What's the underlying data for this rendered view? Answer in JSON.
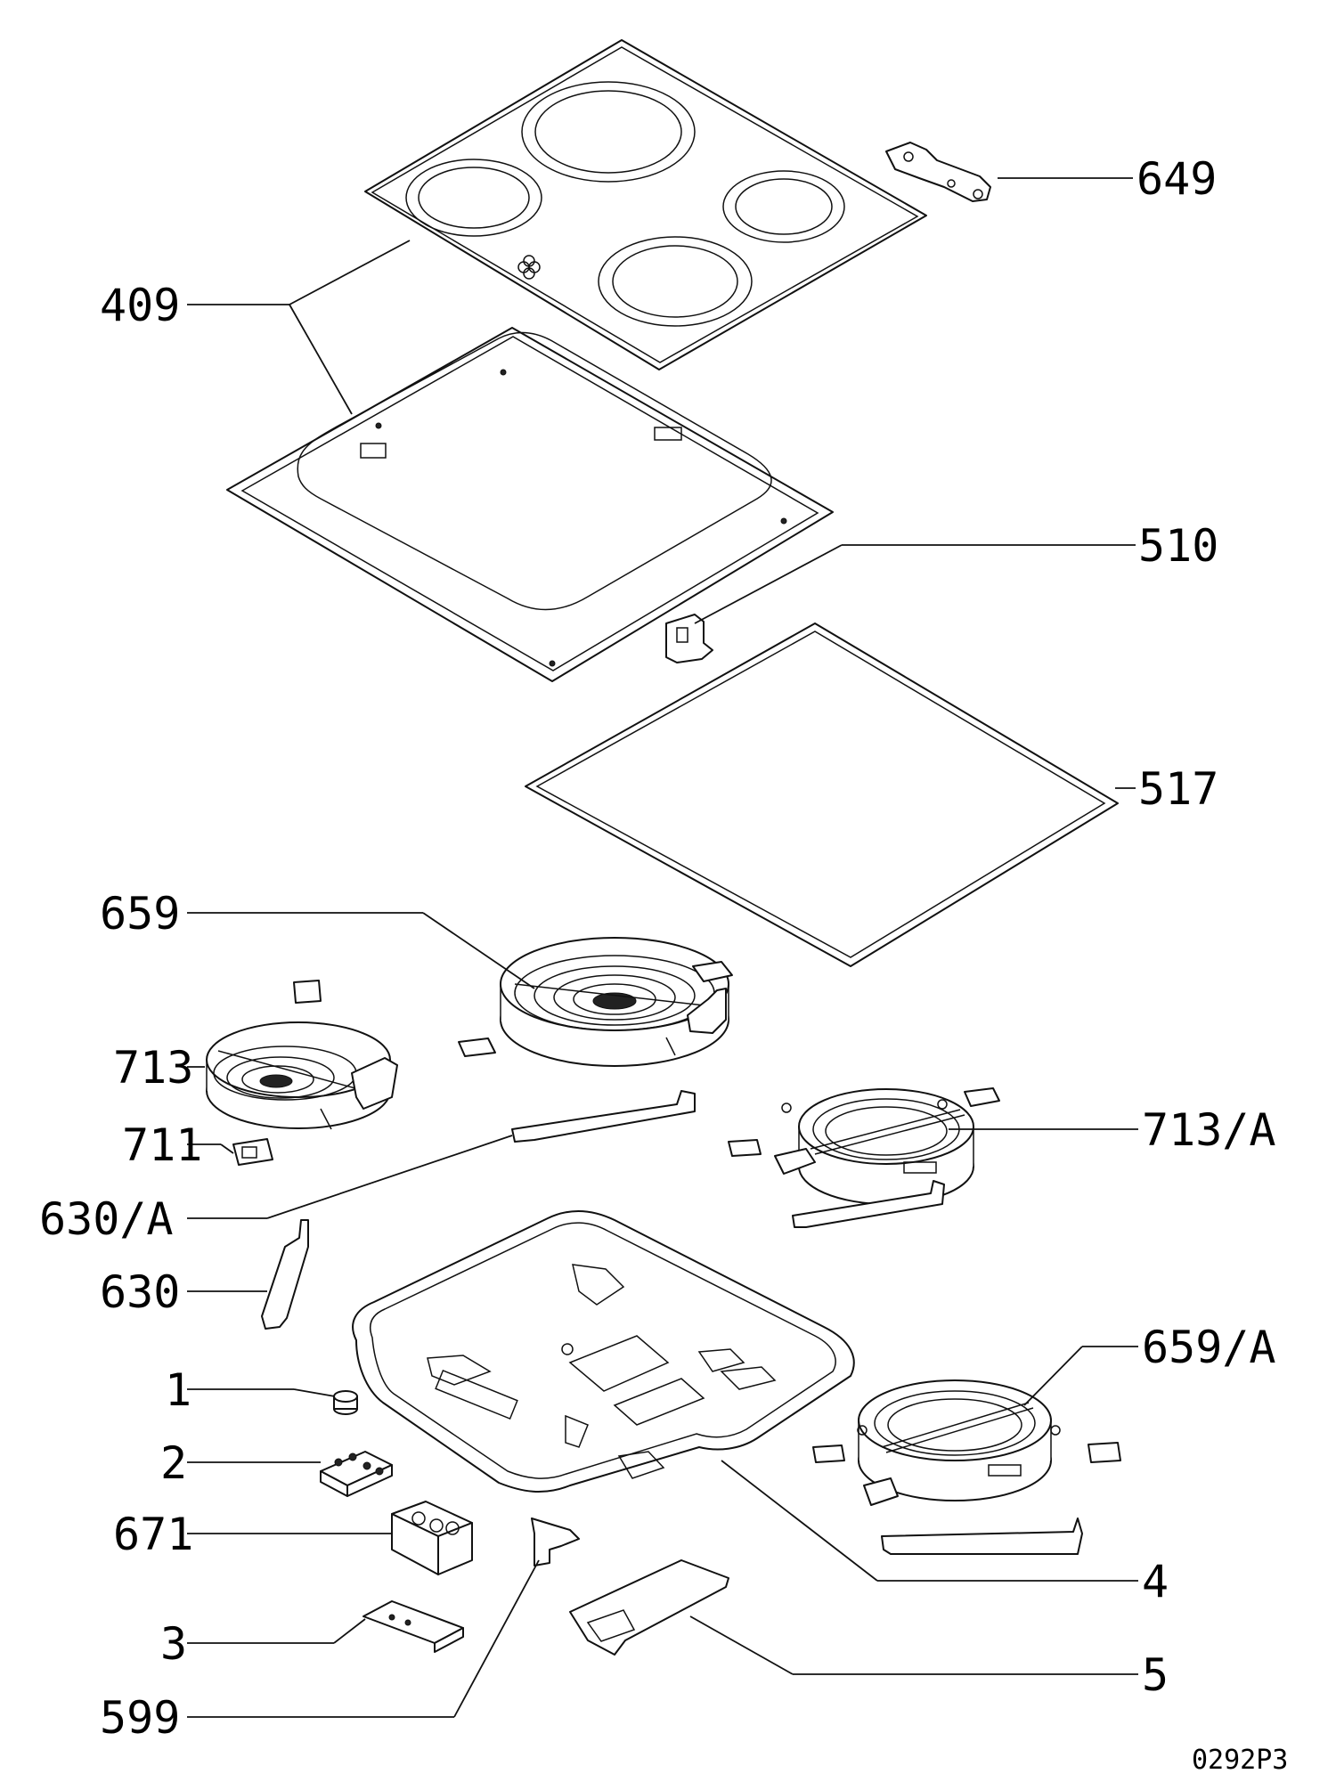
{
  "labels": {
    "p649": "649",
    "p409": "409",
    "p510": "510",
    "p517": "517",
    "p659": "659",
    "p713": "713",
    "p711": "711",
    "p713a": "713/A",
    "p630a": "630/A",
    "p630": "630",
    "p659a": "659/A",
    "p1": "1",
    "p2": "2",
    "p671": "671",
    "p3": "3",
    "p4": "4",
    "p5": "5",
    "p599": "599"
  },
  "drawing_code": "0292P3",
  "colors": {
    "line": "#111111",
    "background": "#ffffff"
  }
}
